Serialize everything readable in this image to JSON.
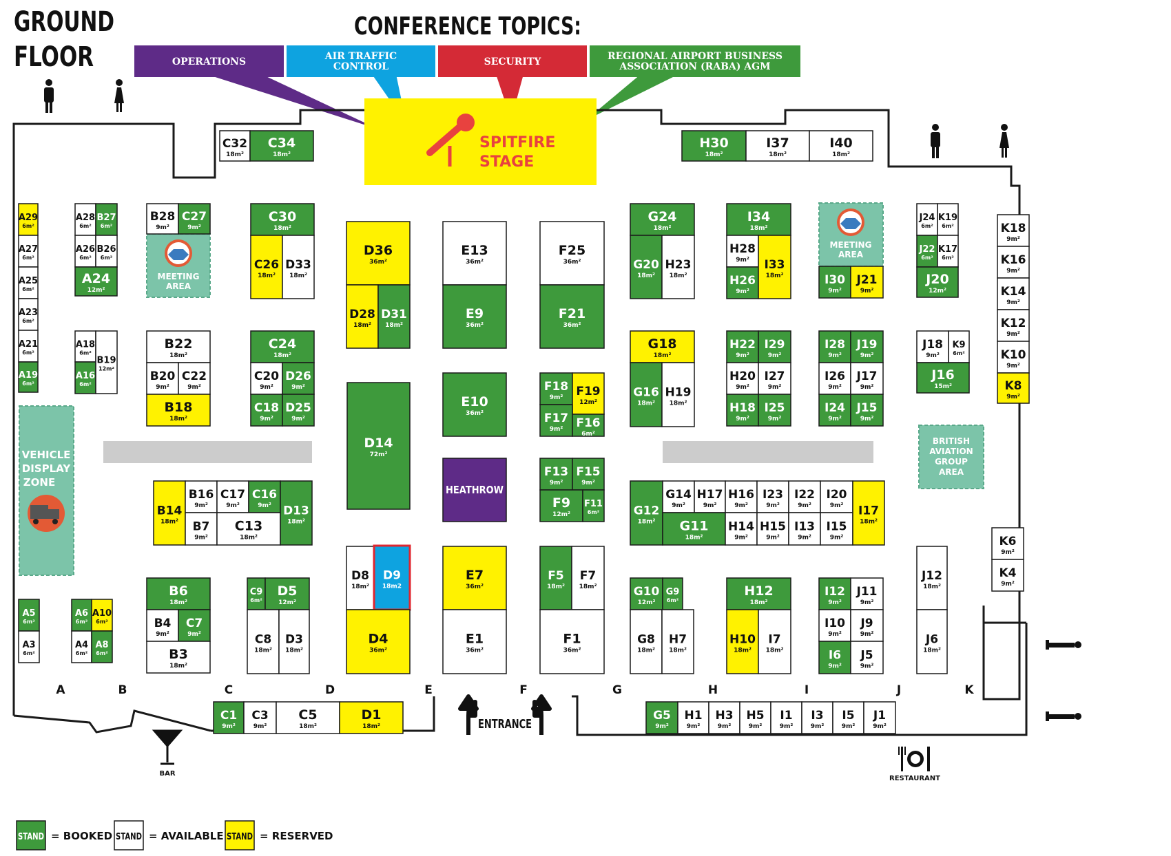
{
  "floor_title": [
    "GROUND",
    "FLOOR"
  ],
  "conference_topics_title": "CONFERENCE TOPICS:",
  "topics": [
    {
      "lines": [
        "OPERATIONS"
      ],
      "color": "#5e2b87"
    },
    {
      "lines": [
        "AIR TRAFFIC",
        "CONTROL"
      ],
      "color": "#0ea3e0"
    },
    {
      "lines": [
        "SECURITY"
      ],
      "color": "#d42a36"
    },
    {
      "lines": [
        "REGIONAL AIRPORT BUSINESS",
        "ASSOCIATION (RABA) AGM"
      ],
      "color": "#3e9a3c"
    }
  ],
  "stage": {
    "lines": [
      "SPITFIRE",
      "STAGE"
    ],
    "color": "#fff200",
    "text_color": "#e8423f"
  },
  "meeting_area": [
    "MEETING",
    "AREA"
  ],
  "vehicle_zone": [
    "VEHICLE",
    "DISPLAY",
    "ZONE"
  ],
  "british_aviation": [
    "BRITISH",
    "AVIATION",
    "GROUP",
    "AREA"
  ],
  "heathrow": "HEATHROW",
  "entrance": "ENTRANCE",
  "bar": "BAR",
  "restaurant": "RESTAURANT",
  "column_letters": [
    "A",
    "B",
    "C",
    "D",
    "E",
    "F",
    "G",
    "H",
    "I",
    "J",
    "K"
  ],
  "legend": [
    {
      "swatch": "STAND",
      "label": "= BOOKED",
      "status": "booked"
    },
    {
      "swatch": "STAND",
      "label": "= AVAILABLE",
      "status": "available"
    },
    {
      "swatch": "STAND",
      "label": "= RESERVED",
      "status": "reserved"
    }
  ],
  "colors": {
    "booked": "#3e9a3c",
    "available": "#ffffff",
    "reserved": "#fff200",
    "selected": "#0ea3e0",
    "highlight_border": "#e0262f",
    "meeting": "#7cc4a9",
    "heathrow": "#5e2b87",
    "aisle": "#cccccc",
    "wall": "#1a1a1a"
  },
  "stands": [
    {
      "id": "C32",
      "size": "18m²",
      "status": "available"
    },
    {
      "id": "C34",
      "size": "18m²",
      "status": "booked"
    },
    {
      "id": "H30",
      "size": "18m²",
      "status": "booked"
    },
    {
      "id": "I37",
      "size": "18m²",
      "status": "available"
    },
    {
      "id": "I40",
      "size": "18m²",
      "status": "available"
    },
    {
      "id": "A29",
      "size": "6m²",
      "status": "reserved"
    },
    {
      "id": "A27",
      "size": "6m²",
      "status": "available"
    },
    {
      "id": "A25",
      "size": "6m²",
      "status": "available"
    },
    {
      "id": "A23",
      "size": "6m²",
      "status": "available"
    },
    {
      "id": "A21",
      "size": "6m²",
      "status": "available"
    },
    {
      "id": "A19",
      "size": "6m²",
      "status": "booked"
    },
    {
      "id": "A28",
      "size": "6m²",
      "status": "available"
    },
    {
      "id": "B27",
      "size": "6m²",
      "status": "booked"
    },
    {
      "id": "A26",
      "size": "6m²",
      "status": "available"
    },
    {
      "id": "B26",
      "size": "6m²",
      "status": "available"
    },
    {
      "id": "A24",
      "size": "12m²",
      "status": "booked"
    },
    {
      "id": "B28",
      "size": "9m²",
      "status": "available"
    },
    {
      "id": "C27",
      "size": "9m²",
      "status": "booked"
    },
    {
      "id": "C30",
      "size": "18m²",
      "status": "booked"
    },
    {
      "id": "C26",
      "size": "18m²",
      "status": "reserved"
    },
    {
      "id": "D33",
      "size": "18m²",
      "status": "available"
    },
    {
      "id": "D36",
      "size": "36m²",
      "status": "reserved"
    },
    {
      "id": "D28",
      "size": "18m²",
      "status": "reserved"
    },
    {
      "id": "D31",
      "size": "18m²",
      "status": "booked"
    },
    {
      "id": "E13",
      "size": "36m²",
      "status": "available"
    },
    {
      "id": "E9",
      "size": "36m²",
      "status": "booked"
    },
    {
      "id": "F25",
      "size": "36m²",
      "status": "available"
    },
    {
      "id": "F21",
      "size": "36m²",
      "status": "booked"
    },
    {
      "id": "G24",
      "size": "18m²",
      "status": "booked"
    },
    {
      "id": "G20",
      "size": "18m²",
      "status": "booked"
    },
    {
      "id": "H23",
      "size": "18m²",
      "status": "available"
    },
    {
      "id": "I34",
      "size": "18m²",
      "status": "booked"
    },
    {
      "id": "H28",
      "size": "9m²",
      "status": "available"
    },
    {
      "id": "H26",
      "size": "9m²",
      "status": "booked"
    },
    {
      "id": "I33",
      "size": "18m²",
      "status": "reserved"
    },
    {
      "id": "I30",
      "size": "9m²",
      "status": "booked"
    },
    {
      "id": "J21",
      "size": "9m²",
      "status": "reserved"
    },
    {
      "id": "J24",
      "size": "6m²",
      "status": "available"
    },
    {
      "id": "K19",
      "size": "6m²",
      "status": "available"
    },
    {
      "id": "J22",
      "size": "6m²",
      "status": "booked"
    },
    {
      "id": "K17",
      "size": "6m²",
      "status": "available"
    },
    {
      "id": "J20",
      "size": "12m²",
      "status": "booked"
    },
    {
      "id": "K18",
      "size": "9m²",
      "status": "available"
    },
    {
      "id": "K16",
      "size": "9m²",
      "status": "available"
    },
    {
      "id": "K14",
      "size": "9m²",
      "status": "available"
    },
    {
      "id": "K12",
      "size": "9m²",
      "status": "available"
    },
    {
      "id": "K10",
      "size": "9m²",
      "status": "available"
    },
    {
      "id": "K8",
      "size": "9m²",
      "status": "reserved"
    },
    {
      "id": "A18",
      "size": "6m²",
      "status": "available"
    },
    {
      "id": "A16",
      "size": "6m²",
      "status": "booked"
    },
    {
      "id": "B19",
      "size": "12m²",
      "status": "available"
    },
    {
      "id": "B22",
      "size": "18m²",
      "status": "available"
    },
    {
      "id": "B20",
      "size": "9m²",
      "status": "available"
    },
    {
      "id": "C22",
      "size": "9m²",
      "status": "available"
    },
    {
      "id": "B18",
      "size": "18m²",
      "status": "reserved"
    },
    {
      "id": "C24",
      "size": "18m²",
      "status": "booked"
    },
    {
      "id": "C20",
      "size": "9m²",
      "status": "available"
    },
    {
      "id": "D26",
      "size": "9m²",
      "status": "booked"
    },
    {
      "id": "C18",
      "size": "9m²",
      "status": "booked"
    },
    {
      "id": "D25",
      "size": "9m²",
      "status": "booked"
    },
    {
      "id": "D14",
      "size": "72m²",
      "status": "booked"
    },
    {
      "id": "E10",
      "size": "36m²",
      "status": "booked"
    },
    {
      "id": "F18",
      "size": "9m²",
      "status": "booked"
    },
    {
      "id": "F19",
      "size": "12m²",
      "status": "reserved"
    },
    {
      "id": "F17",
      "size": "9m²",
      "status": "booked"
    },
    {
      "id": "F16",
      "size": "6m²",
      "status": "booked"
    },
    {
      "id": "G18",
      "size": "18m²",
      "status": "reserved"
    },
    {
      "id": "G16",
      "size": "18m²",
      "status": "booked"
    },
    {
      "id": "H19",
      "size": "18m²",
      "status": "available"
    },
    {
      "id": "H22",
      "size": "9m²",
      "status": "booked"
    },
    {
      "id": "I29",
      "size": "9m²",
      "status": "booked"
    },
    {
      "id": "H20",
      "size": "9m²",
      "status": "available"
    },
    {
      "id": "I27",
      "size": "9m²",
      "status": "available"
    },
    {
      "id": "H18",
      "size": "9m²",
      "status": "booked"
    },
    {
      "id": "I25",
      "size": "9m²",
      "status": "booked"
    },
    {
      "id": "I28",
      "size": "9m²",
      "status": "booked"
    },
    {
      "id": "J19",
      "size": "9m²",
      "status": "booked"
    },
    {
      "id": "I26",
      "size": "9m²",
      "status": "available"
    },
    {
      "id": "J17",
      "size": "9m²",
      "status": "available"
    },
    {
      "id": "I24",
      "size": "9m²",
      "status": "booked"
    },
    {
      "id": "J15",
      "size": "9m²",
      "status": "booked"
    },
    {
      "id": "J18",
      "size": "9m²",
      "status": "available"
    },
    {
      "id": "K9",
      "size": "6m²",
      "status": "available"
    },
    {
      "id": "J16",
      "size": "15m²",
      "status": "booked"
    },
    {
      "id": "B14",
      "size": "18m²",
      "status": "reserved"
    },
    {
      "id": "B16",
      "size": "9m²",
      "status": "available"
    },
    {
      "id": "C17",
      "size": "9m²",
      "status": "available"
    },
    {
      "id": "C16",
      "size": "9m²",
      "status": "booked"
    },
    {
      "id": "B7",
      "size": "9m²",
      "status": "available"
    },
    {
      "id": "C13",
      "size": "18m²",
      "status": "available"
    },
    {
      "id": "D13",
      "size": "18m²",
      "status": "booked"
    },
    {
      "id": "F13",
      "size": "9m²",
      "status": "booked"
    },
    {
      "id": "F15",
      "size": "9m²",
      "status": "booked"
    },
    {
      "id": "F9",
      "size": "12m²",
      "status": "booked"
    },
    {
      "id": "F11",
      "size": "6m²",
      "status": "booked"
    },
    {
      "id": "G12",
      "size": "18m²",
      "status": "booked"
    },
    {
      "id": "G14",
      "size": "9m²",
      "status": "available"
    },
    {
      "id": "H17",
      "size": "9m²",
      "status": "available"
    },
    {
      "id": "G11",
      "size": "18m²",
      "status": "booked"
    },
    {
      "id": "H16",
      "size": "9m²",
      "status": "available"
    },
    {
      "id": "I23",
      "size": "9m²",
      "status": "available"
    },
    {
      "id": "I22",
      "size": "9m²",
      "status": "available"
    },
    {
      "id": "I20",
      "size": "9m²",
      "status": "available"
    },
    {
      "id": "H14",
      "size": "9m²",
      "status": "available"
    },
    {
      "id": "H15",
      "size": "9m²",
      "status": "available"
    },
    {
      "id": "I13",
      "size": "9m²",
      "status": "available"
    },
    {
      "id": "I15",
      "size": "9m²",
      "status": "available"
    },
    {
      "id": "I17",
      "size": "18m²",
      "status": "reserved"
    },
    {
      "id": "K6",
      "size": "9m²",
      "status": "available"
    },
    {
      "id": "K4",
      "size": "9m²",
      "status": "available"
    },
    {
      "id": "A5",
      "size": "6m²",
      "status": "booked"
    },
    {
      "id": "A3",
      "size": "6m²",
      "status": "available"
    },
    {
      "id": "A6",
      "size": "6m²",
      "status": "booked"
    },
    {
      "id": "A10",
      "size": "6m²",
      "status": "reserved"
    },
    {
      "id": "A4",
      "size": "6m²",
      "status": "available"
    },
    {
      "id": "A8",
      "size": "6m²",
      "status": "booked"
    },
    {
      "id": "B6",
      "size": "18m²",
      "status": "booked"
    },
    {
      "id": "B4",
      "size": "9m²",
      "status": "available"
    },
    {
      "id": "C7",
      "size": "9m²",
      "status": "booked"
    },
    {
      "id": "B3",
      "size": "18m²",
      "status": "available"
    },
    {
      "id": "C9",
      "size": "6m²",
      "status": "booked"
    },
    {
      "id": "D5",
      "size": "12m²",
      "status": "booked"
    },
    {
      "id": "C8",
      "size": "18m²",
      "status": "available"
    },
    {
      "id": "D3",
      "size": "18m²",
      "status": "available"
    },
    {
      "id": "D8",
      "size": "18m²",
      "status": "available"
    },
    {
      "id": "D9",
      "size": "18m2",
      "status": "selected"
    },
    {
      "id": "D4",
      "size": "36m²",
      "status": "reserved"
    },
    {
      "id": "E7",
      "size": "36m²",
      "status": "reserved"
    },
    {
      "id": "E1",
      "size": "36m²",
      "status": "available"
    },
    {
      "id": "F5",
      "size": "18m²",
      "status": "booked"
    },
    {
      "id": "F7",
      "size": "18m²",
      "status": "available"
    },
    {
      "id": "F1",
      "size": "36m²",
      "status": "available"
    },
    {
      "id": "G10",
      "size": "12m²",
      "status": "booked"
    },
    {
      "id": "G9",
      "size": "6m²",
      "status": "booked"
    },
    {
      "id": "G8",
      "size": "18m²",
      "status": "available"
    },
    {
      "id": "H7",
      "size": "18m²",
      "status": "available"
    },
    {
      "id": "H12",
      "size": "18m²",
      "status": "booked"
    },
    {
      "id": "H10",
      "size": "18m²",
      "status": "reserved"
    },
    {
      "id": "I7",
      "size": "18m²",
      "status": "available"
    },
    {
      "id": "I12",
      "size": "9m²",
      "status": "booked"
    },
    {
      "id": "J11",
      "size": "9m²",
      "status": "available"
    },
    {
      "id": "I10",
      "size": "9m²",
      "status": "available"
    },
    {
      "id": "J9",
      "size": "9m²",
      "status": "available"
    },
    {
      "id": "I6",
      "size": "9m²",
      "status": "booked"
    },
    {
      "id": "J5",
      "size": "9m²",
      "status": "available"
    },
    {
      "id": "J12",
      "size": "18m²",
      "status": "available"
    },
    {
      "id": "J6",
      "size": "18m²",
      "status": "available"
    },
    {
      "id": "C1",
      "size": "9m²",
      "status": "booked"
    },
    {
      "id": "C3",
      "size": "9m²",
      "status": "available"
    },
    {
      "id": "C5",
      "size": "18m²",
      "status": "available"
    },
    {
      "id": "D1",
      "size": "18m²",
      "status": "reserved"
    },
    {
      "id": "G5",
      "size": "9m²",
      "status": "booked"
    },
    {
      "id": "H1",
      "size": "9m²",
      "status": "available"
    },
    {
      "id": "H3",
      "size": "9m²",
      "status": "available"
    },
    {
      "id": "H5",
      "size": "9m²",
      "status": "available"
    },
    {
      "id": "I1",
      "size": "9m²",
      "status": "available"
    },
    {
      "id": "I3",
      "size": "9m²",
      "status": "available"
    },
    {
      "id": "I5",
      "size": "9m²",
      "status": "available"
    },
    {
      "id": "J1",
      "size": "9m²",
      "status": "available"
    }
  ]
}
